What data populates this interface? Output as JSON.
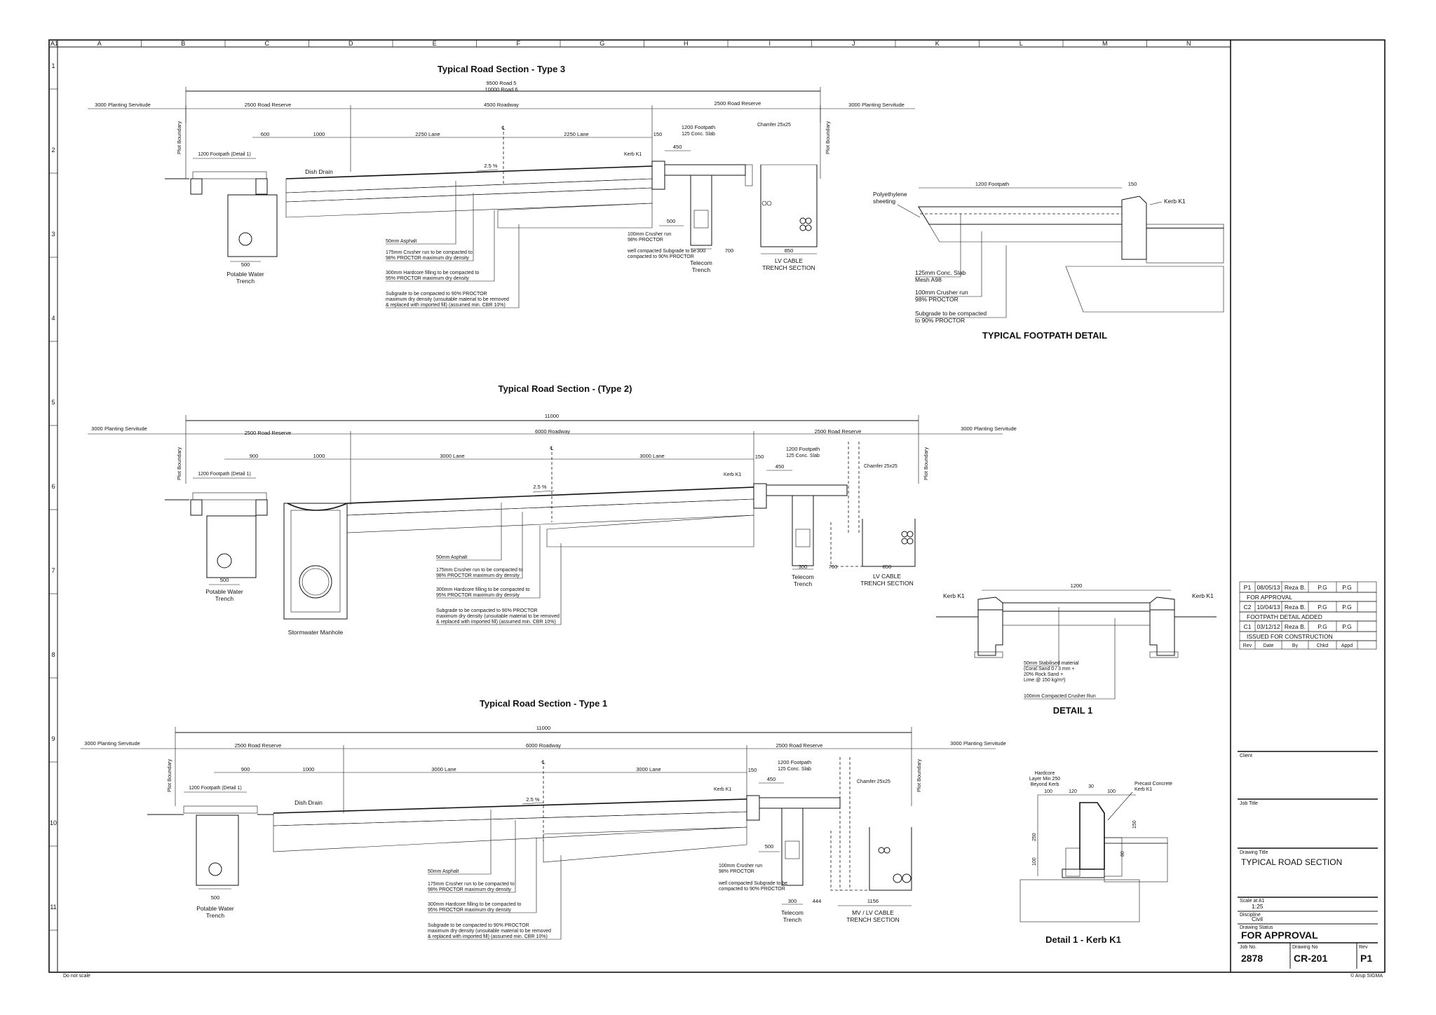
{
  "sheet": {
    "size_mark": "A1",
    "columns": [
      "A",
      "B",
      "C",
      "D",
      "E",
      "F",
      "G",
      "H",
      "I",
      "J",
      "K",
      "L",
      "M",
      "N"
    ],
    "rows": [
      "1",
      "2",
      "3",
      "4",
      "5",
      "6",
      "7",
      "8",
      "9",
      "10",
      "11"
    ],
    "footer_left": "Do not scale",
    "footer_right": "© Arup SIGMA"
  },
  "common": {
    "planting": "3000 Planting Servitude",
    "road_reserve": "2500 Road Reserve",
    "plot_boundary": "Plot Boundary",
    "footpath_detail1": "1200 Footpath (Detail 1)",
    "slope": "2.5 %",
    "kerb": "Kerb K1",
    "footpath": "1200 Footpath",
    "conc_slab": "125 Conc. Slab",
    "chamfer": "Chamfer 25x25",
    "potable": "Potable Water",
    "trench": "Trench",
    "telecom": "Telecom",
    "dish_drain": "Dish Drain",
    "n900": "900",
    "n1000": "1000",
    "n600": "600",
    "n150": "150",
    "n450": "450",
    "n500": "500",
    "n300": "300",
    "n700": "700",
    "n850": "850",
    "n444": "444",
    "n1156": "1156",
    "cl": "℄",
    "asphalt": "50mm Asphalt",
    "crusher1": "175mm Crusher run to be compacted to",
    "crusher2": "98% PROCTOR maximum dry density",
    "hardcore1": "300mm Hardcore filling to be compacted to",
    "hardcore2": "95% PROCTOR maximum dry density",
    "subgrade1": "Subgrade to be compacted to 90% PROCTOR",
    "subgrade2": "maximum dry density (unsuitable material to be removed",
    "subgrade3": "& replaced with imported fill) (assumed min. CBR 10%)",
    "crusher_fp1": "100mm Crusher run",
    "crusher_fp2": "98% PROCTOR",
    "wellcomp1": "well compacted Subgrade to be",
    "wellcomp2": "compacted to 90% PROCTOR",
    "lv_cable": "LV CABLE",
    "trench_section": "TRENCH SECTION",
    "mvlv_cable": "MV / LV CABLE"
  },
  "type3": {
    "title": "Typical Road Section - Type 3",
    "overall1": "9500 Road 5",
    "overall2": "10000 Road 6",
    "roadway": "4500 Roadway",
    "lane": "2250 Lane"
  },
  "type2": {
    "title": "Typical Road Section - (Type 2)",
    "overall": "11000",
    "roadway": "6000 Roadway",
    "lane": "3000 Lane",
    "manhole": "Stormwater Manhole"
  },
  "type1": {
    "title": "Typical Road Section - Type 1",
    "overall": "11000",
    "roadway": "6000 Roadway",
    "lane": "3000 Lane"
  },
  "footpath_detail": {
    "title": "TYPICAL FOOTPATH DETAIL",
    "footpath": "1200 Footpath",
    "n150": "150",
    "kerb": "Kerb K1",
    "poly1": "Polyethylene",
    "poly2": "sheeting",
    "slab1": "125mm Conc. Slab",
    "slab2": "Mesh A98",
    "crusher1": "100mm Crusher run",
    "crusher2": "98% PROCTOR",
    "sub1": "Subgrade to be compacted",
    "sub2": "to 90% PROCTOR"
  },
  "detail1": {
    "title": "DETAIL 1",
    "width": "1200",
    "kerb_left": "Kerb K1",
    "kerb_right": "Kerb K1",
    "stab1": "50mm Stabilised material",
    "stab2": "(Coral Sand 0 / 3 mm +",
    "stab3": "20% Rock Sand +",
    "stab4": "Lime @ 150 kg/m³)",
    "crusher": "100mm Compacted Crusher Run"
  },
  "kerb_detail": {
    "title": "Detail 1 - Kerb K1",
    "hard1": "Hardcore",
    "hard2": "Layer Min 250",
    "hard3": "Beyond Kerb",
    "precast1": "Precast Concrete",
    "precast2": "Kerb K1",
    "d100a": "100",
    "d120": "120",
    "d30": "30",
    "d100b": "100",
    "d150": "150",
    "d250": "250",
    "d100c": "100",
    "d80": "80"
  },
  "title_block": {
    "revisions": [
      {
        "rev": "P1",
        "date": "08/05/13",
        "by": "Reza B.",
        "chkd": "P.G",
        "appd": "P.G",
        "desc": "FOR APPROVAL"
      },
      {
        "rev": "C2",
        "date": "10/04/13",
        "by": "Reza B.",
        "chkd": "P.G",
        "appd": "P.G",
        "desc": "FOOTPATH DETAIL ADDED"
      },
      {
        "rev": "C1",
        "date": "03/12/12",
        "by": "Reza B.",
        "chkd": "P.G",
        "appd": "P.G",
        "desc": "ISSUED FOR CONSTRUCTION"
      }
    ],
    "rev_headers": {
      "rev": "Rev",
      "date": "Date",
      "by": "By",
      "chkd": "Chkd",
      "appd": "Appd"
    },
    "client_label": "Client",
    "job_title_label": "Job Title",
    "drawing_title_label": "Drawing Title",
    "drawing_title": "TYPICAL ROAD SECTION",
    "scale_label": "Scale at A1",
    "scale": "1:25",
    "discipline_label": "Discipline",
    "discipline": "Civil",
    "status_label": "Drawing Status",
    "status": "FOR APPROVAL",
    "job_no_label": "Job No.",
    "job_no": "2878",
    "drawing_no_label": "Drawing No",
    "drawing_no": "CR-201",
    "rev_label": "Rev",
    "rev": "P1"
  }
}
